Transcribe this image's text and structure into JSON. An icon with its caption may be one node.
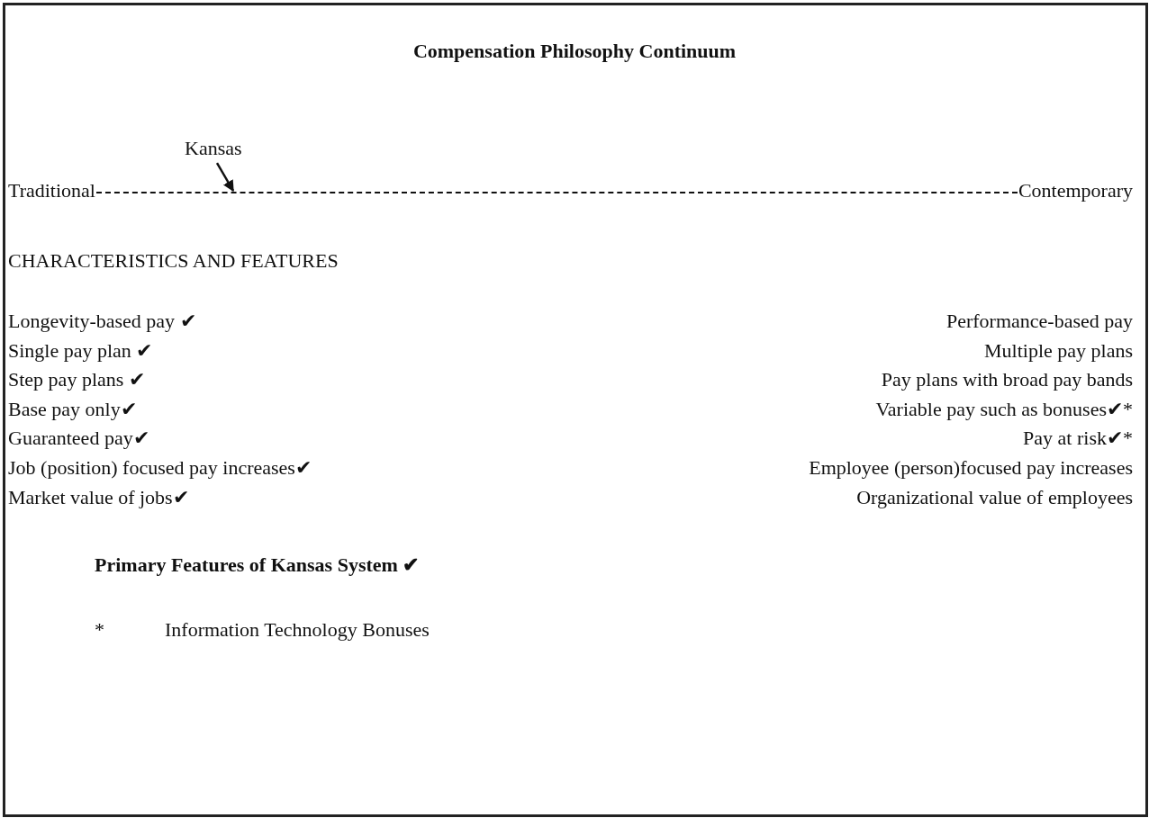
{
  "diagram": {
    "title": "Compensation Philosophy Continuum",
    "nodes": [
      {
        "text": [
          "Kansas"
        ]
      },
      {
        "text": [],
        "shape": "line"
      }
    ],
    "edges": [
      {
        "from": 0,
        "to": 1,
        "arrow": "to"
      }
    ],
    "labels": [
      "Traditional",
      "Contemporary",
      "CHARACTERISTICS AND FEATURES",
      "Longevity-based pay ✔",
      "Performance-based pay",
      "Single pay plan ✔",
      "Multiple pay plans",
      "Step pay plans ✔",
      "Pay plans with broad pay bands",
      "Base pay only✔",
      "Variable pay such as bonuses✔*",
      "Guaranteed pay✔",
      "Pay at risk✔*",
      "Job (position) focused pay increases✔",
      "Employee (person)focused pay increases",
      "Market value of jobs✔",
      "Organizational value of employees",
      "Primary Features of Kansas System ✔",
      "*",
      "Information Technology Bonuses"
    ]
  }
}
